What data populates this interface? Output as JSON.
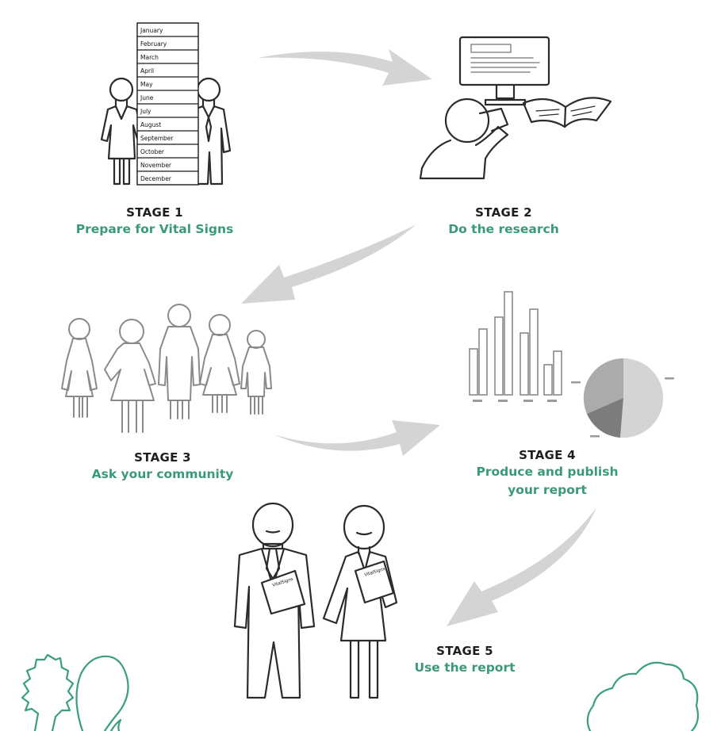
{
  "stages": [
    {
      "number": "STAGE 1",
      "title_lines": [
        "Prepare for Vital Signs"
      ]
    },
    {
      "number": "STAGE 2",
      "title_lines": [
        "Do the research"
      ]
    },
    {
      "number": "STAGE 3",
      "title_lines": [
        "Ask your community"
      ]
    },
    {
      "number": "STAGE 4",
      "title_lines": [
        "Produce and publish",
        "your report"
      ]
    },
    {
      "number": "STAGE 5",
      "title_lines": [
        "Use the report"
      ]
    }
  ],
  "calendar_months": [
    "January",
    "February",
    "March",
    "April",
    "May",
    "June",
    "July",
    "August",
    "September",
    "October",
    "November",
    "December"
  ],
  "report_label": "VitalSigns",
  "colors": {
    "accent_green": "#3a9a78",
    "stage_label": "#1e1e1e",
    "arrow_gray": "#d4d4d4",
    "line_art": "#2b2b2b"
  },
  "icons": [
    "couple-calendar-icon",
    "researcher-computer-icon",
    "community-group-icon",
    "report-charts-icon",
    "report-holders-icon",
    "tree-icon"
  ]
}
